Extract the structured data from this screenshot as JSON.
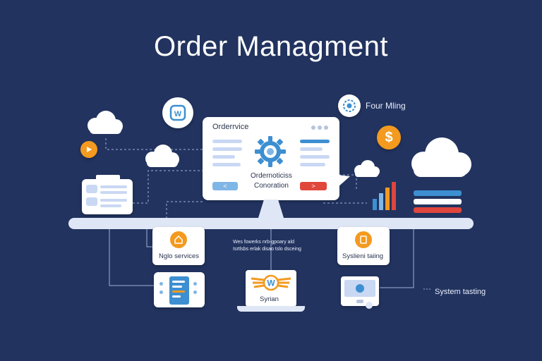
{
  "header": {
    "title": "Order Managment"
  },
  "monitor": {
    "window_title": "Orderrvice",
    "caption_line1": "Ordernoticiss",
    "caption_line2": "Conoration",
    "left_button_symbol": "<",
    "right_button_symbol": ">"
  },
  "top_right": {
    "label": "Four Mling"
  },
  "services": {
    "left_card_label": "Nglo services",
    "center_text_line1": "Wes fowerks nrb-gpoary ald",
    "center_text_line2": "Isrtlsbs erlak disao tslo dsceing",
    "right_card_label": "Syslieni taiing",
    "laptop_label": "Syrian",
    "far_right_label": "System tasting"
  },
  "colors": {
    "background": "#22335f",
    "accent_blue": "#3d8fd1",
    "accent_orange": "#f39a1f",
    "accent_red": "#e0463c",
    "platform": "#dfe7f6"
  },
  "icons": {
    "monitor_gear": "gear-icon",
    "dollar": "dollar-icon",
    "play": "play-icon",
    "shield": "shield-icon",
    "settings": "settings-icon"
  }
}
